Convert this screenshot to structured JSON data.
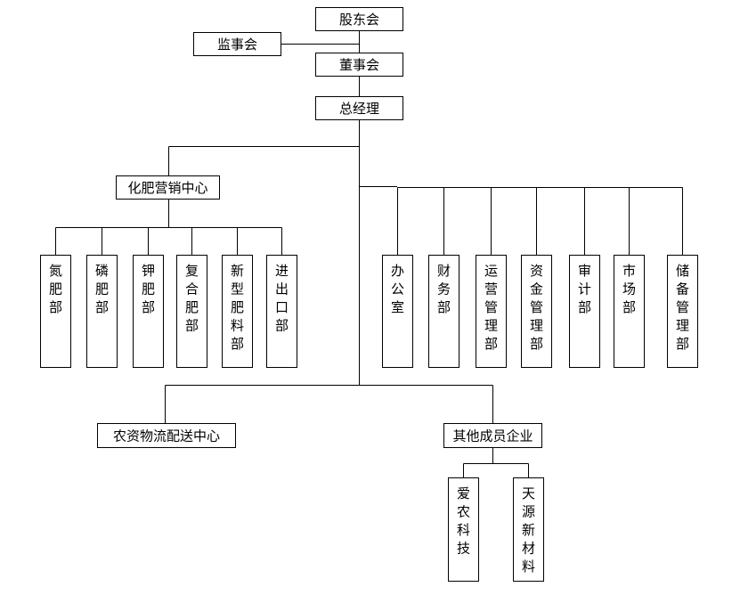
{
  "diagram": {
    "nodes": {
      "shareholders": "股东会",
      "supervisors": "监事会",
      "board": "董事会",
      "general_manager": "总经理",
      "fertilizer_center": "化肥营销中心",
      "nitrogen": "氮肥部",
      "phosphate": "磷肥部",
      "potash": "钾肥部",
      "compound": "复合肥部",
      "new_fertilizer": "新型肥料部",
      "import_export": "进出口部",
      "office": "办公室",
      "finance": "财务部",
      "operations": "运营管理部",
      "funds": "资金管理部",
      "audit": "审计部",
      "market": "市场部",
      "reserve": "储备管理部",
      "logistics_center": "农资物流配送中心",
      "member_enterprises": "其他成员企业",
      "aino_tech": "爱农科技",
      "tianyuan_materials": "天源新材料"
    },
    "colors": {
      "line": "#000000",
      "box_fill": "#ffffff",
      "text": "#000000"
    }
  }
}
